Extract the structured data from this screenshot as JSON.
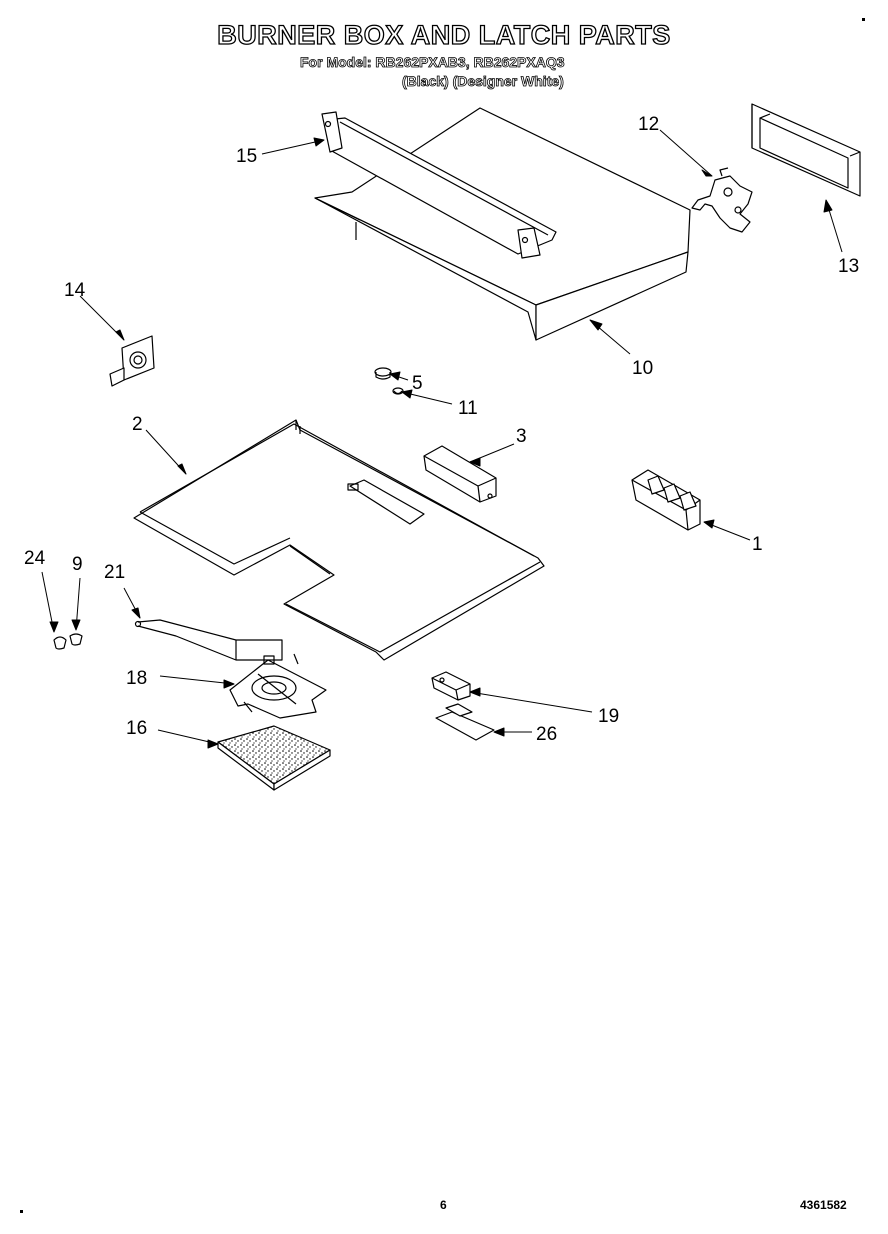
{
  "header": {
    "title": "BURNER BOX AND LATCH PARTS",
    "model_line": "For Model: RB262PXAB3, RB262PXAQ3",
    "color_line": "(Black)  (Designer White)"
  },
  "callouts": {
    "p1": "1",
    "p2": "2",
    "p3": "3",
    "p5": "5",
    "p9": "9",
    "p10": "10",
    "p11": "11",
    "p12": "12",
    "p13": "13",
    "p14": "14",
    "p15": "15",
    "p16": "16",
    "p18": "18",
    "p19": "19",
    "p21": "21",
    "p24": "24",
    "p26": "26"
  },
  "footer": {
    "page_number": "6",
    "document_number": "4361582"
  }
}
